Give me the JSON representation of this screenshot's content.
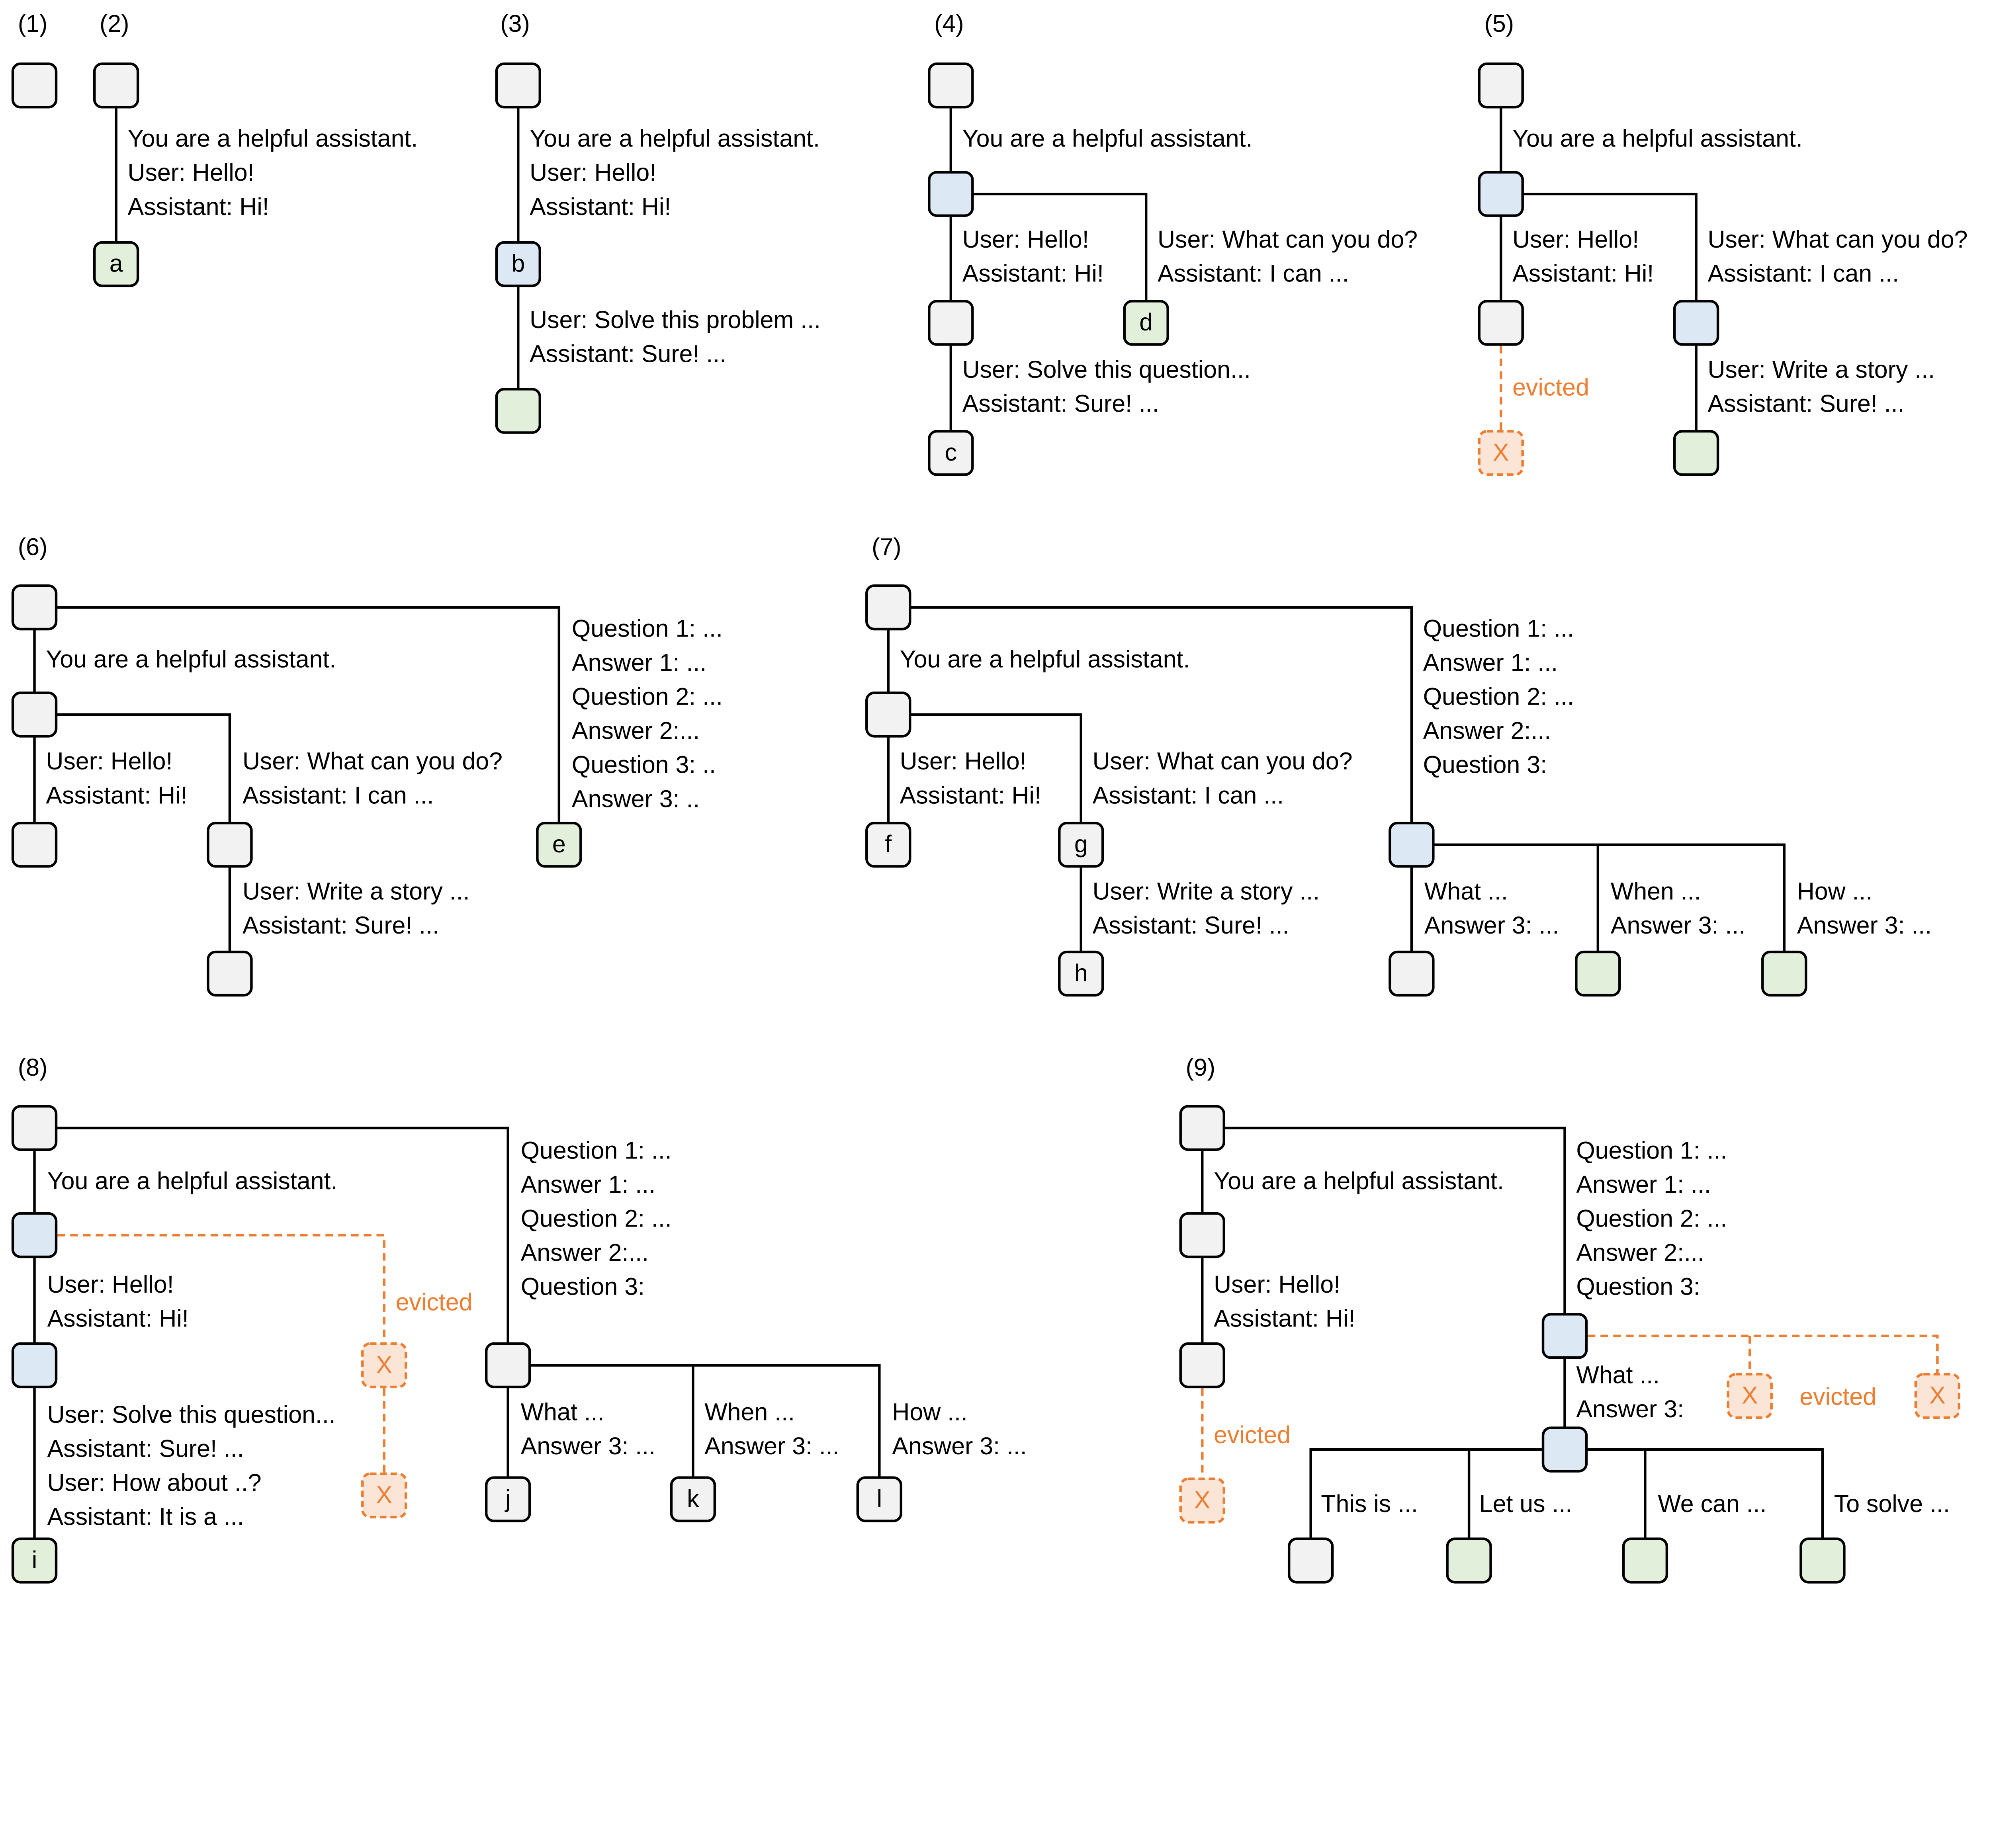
{
  "colors": {
    "cached": "#f2f2f2",
    "active": "#dde8f5",
    "new": "#e2efda",
    "evicted_fill": "#fbe5d6",
    "evicted_stroke": "#ed7d31",
    "line": "#000000"
  },
  "evicted_label": "evicted",
  "evicted_marker": "X",
  "panels": [
    {
      "label": "(1)",
      "nodes": [
        {
          "state": "cached",
          "letter": ""
        }
      ],
      "blocks": []
    },
    {
      "label": "(2)",
      "nodes": [
        {
          "state": "cached",
          "letter": ""
        },
        {
          "state": "new",
          "letter": "a"
        }
      ],
      "blocks": [
        [
          "You are a helpful assistant.",
          "User: Hello!",
          "Assistant: Hi!"
        ]
      ]
    },
    {
      "label": "(3)",
      "nodes": [
        {
          "state": "cached",
          "letter": ""
        },
        {
          "state": "active",
          "letter": "b"
        },
        {
          "state": "new",
          "letter": ""
        }
      ],
      "blocks": [
        [
          "You are a helpful assistant.",
          "User: Hello!",
          "Assistant: Hi!"
        ],
        [
          "User: Solve this problem ...",
          "Assistant: Sure! ..."
        ]
      ]
    },
    {
      "label": "(4)",
      "nodes": [
        {
          "state": "cached",
          "letter": ""
        },
        {
          "state": "active",
          "letter": ""
        },
        {
          "state": "cached",
          "letter": ""
        },
        {
          "state": "cached",
          "letter": "c"
        },
        {
          "state": "new",
          "letter": "d"
        }
      ],
      "blocks": [
        [
          "You are a helpful assistant."
        ],
        [
          "User: Hello!",
          "Assistant: Hi!"
        ],
        [
          "User: What can you do?",
          "Assistant: I can ..."
        ],
        [
          "User: Solve this question...",
          "Assistant: Sure! ..."
        ]
      ]
    },
    {
      "label": "(5)",
      "nodes": [
        {
          "state": "cached",
          "letter": ""
        },
        {
          "state": "active",
          "letter": ""
        },
        {
          "state": "cached",
          "letter": ""
        },
        {
          "state": "evicted",
          "letter": "X"
        },
        {
          "state": "active",
          "letter": ""
        },
        {
          "state": "new",
          "letter": ""
        }
      ],
      "blocks": [
        [
          "You are a helpful assistant."
        ],
        [
          "User: Hello!",
          "Assistant: Hi!"
        ],
        [
          "User: What can you do?",
          "Assistant: I can ..."
        ],
        [
          "User: Write a story ...",
          "Assistant: Sure! ..."
        ]
      ]
    },
    {
      "label": "(6)",
      "nodes": [
        {
          "state": "cached",
          "letter": ""
        },
        {
          "state": "cached",
          "letter": ""
        },
        {
          "state": "cached",
          "letter": ""
        },
        {
          "state": "cached",
          "letter": ""
        },
        {
          "state": "cached",
          "letter": ""
        },
        {
          "state": "new",
          "letter": "e"
        }
      ],
      "blocks": [
        [
          "You are a helpful assistant."
        ],
        [
          "User: Hello!",
          "Assistant: Hi!"
        ],
        [
          "User: What can you do?",
          "Assistant: I can ..."
        ],
        [
          "User: Write a story ...",
          "Assistant: Sure! ..."
        ],
        [
          "Question 1: ...",
          "Answer 1: ...",
          "Question 2: ...",
          "Answer 2:...",
          "Question 3: ..",
          "Answer 3: .."
        ]
      ]
    },
    {
      "label": "(7)",
      "nodes": [
        {
          "state": "cached",
          "letter": ""
        },
        {
          "state": "cached",
          "letter": ""
        },
        {
          "state": "cached",
          "letter": "f"
        },
        {
          "state": "cached",
          "letter": "g"
        },
        {
          "state": "cached",
          "letter": "h"
        },
        {
          "state": "active",
          "letter": ""
        },
        {
          "state": "cached",
          "letter": ""
        },
        {
          "state": "new",
          "letter": ""
        },
        {
          "state": "new",
          "letter": ""
        }
      ],
      "blocks": [
        [
          "You are a helpful assistant."
        ],
        [
          "User: Hello!",
          "Assistant: Hi!"
        ],
        [
          "User: What can you do?",
          "Assistant: I can ..."
        ],
        [
          "User: Write a story ...",
          "Assistant: Sure! ..."
        ],
        [
          "Question 1: ...",
          "Answer 1: ...",
          "Question 2: ...",
          "Answer 2:...",
          "Question 3:"
        ],
        [
          "What ...",
          "Answer 3: ..."
        ],
        [
          "When ...",
          "Answer 3: ..."
        ],
        [
          "How ...",
          "Answer 3: ..."
        ]
      ]
    },
    {
      "label": "(8)",
      "nodes": [
        {
          "state": "cached",
          "letter": ""
        },
        {
          "state": "active",
          "letter": ""
        },
        {
          "state": "active",
          "letter": ""
        },
        {
          "state": "new",
          "letter": "i"
        },
        {
          "state": "evicted",
          "letter": "X"
        },
        {
          "state": "evicted",
          "letter": "X"
        },
        {
          "state": "cached",
          "letter": ""
        },
        {
          "state": "cached",
          "letter": "j"
        },
        {
          "state": "cached",
          "letter": "k"
        },
        {
          "state": "cached",
          "letter": "l"
        }
      ],
      "blocks": [
        [
          "You are a helpful assistant."
        ],
        [
          "User: Hello!",
          "Assistant: Hi!"
        ],
        [
          "User: Solve this question...",
          "Assistant: Sure! ...",
          "User: How about ..?",
          "Assistant: It is a ..."
        ],
        [
          "Question 1: ...",
          "Answer 1: ...",
          "Question 2: ...",
          "Answer 2:...",
          "Question 3:"
        ],
        [
          "What ...",
          "Answer 3: ..."
        ],
        [
          "When ...",
          "Answer 3: ..."
        ],
        [
          "How ...",
          "Answer 3: ..."
        ]
      ]
    },
    {
      "label": "(9)",
      "nodes": [
        {
          "state": "cached",
          "letter": ""
        },
        {
          "state": "cached",
          "letter": ""
        },
        {
          "state": "cached",
          "letter": ""
        },
        {
          "state": "evicted",
          "letter": "X"
        },
        {
          "state": "active",
          "letter": ""
        },
        {
          "state": "active",
          "letter": ""
        },
        {
          "state": "evicted",
          "letter": "X"
        },
        {
          "state": "evicted",
          "letter": "X"
        },
        {
          "state": "cached",
          "letter": ""
        },
        {
          "state": "new",
          "letter": ""
        },
        {
          "state": "new",
          "letter": ""
        },
        {
          "state": "new",
          "letter": ""
        }
      ],
      "blocks": [
        [
          "You are a helpful assistant."
        ],
        [
          "User: Hello!",
          "Assistant: Hi!"
        ],
        [
          "Question 1: ...",
          "Answer 1: ...",
          "Question 2: ...",
          "Answer 2:...",
          "Question 3:"
        ],
        [
          "What ...",
          "Answer 3:"
        ],
        [
          "This is ..."
        ],
        [
          "Let us ..."
        ],
        [
          "We can ..."
        ],
        [
          "To solve ..."
        ]
      ]
    }
  ]
}
